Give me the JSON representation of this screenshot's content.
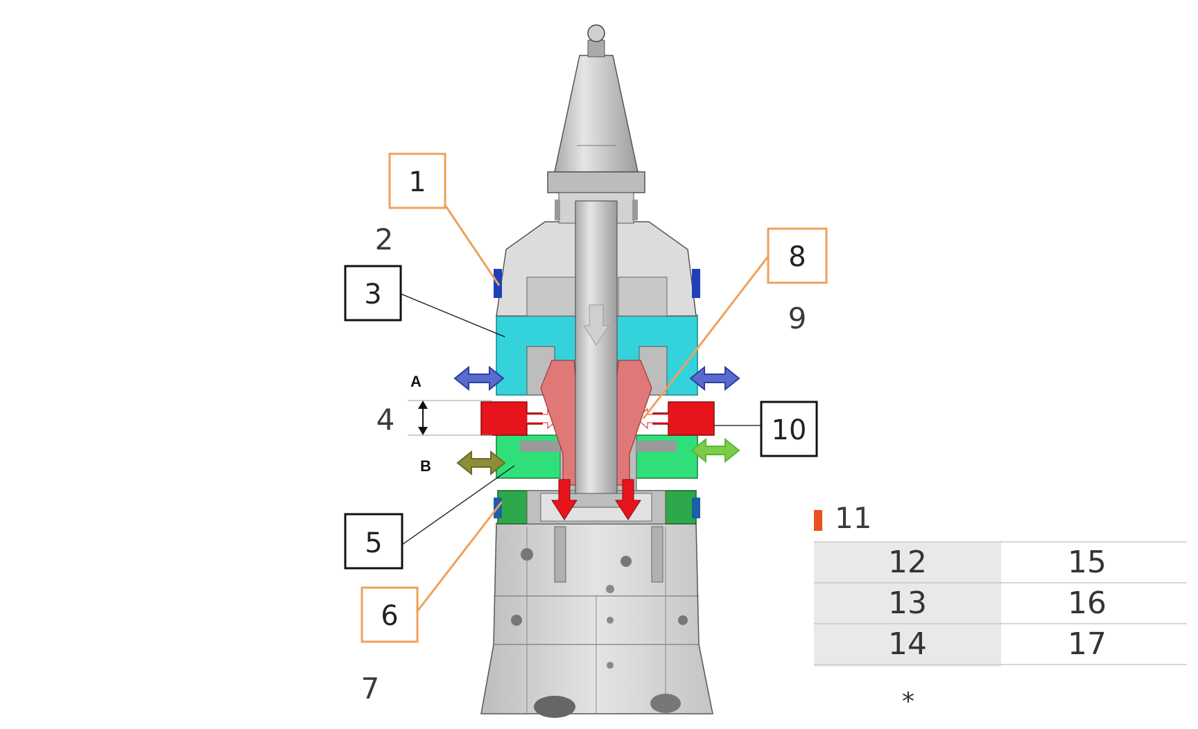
{
  "labels": {
    "n1": "1",
    "n2": "2",
    "n3": "3",
    "n4": "4",
    "n5": "5",
    "n6": "6",
    "n7": "7",
    "n8": "8",
    "n9": "9",
    "n10": "10",
    "nA": "A",
    "nB": "B"
  },
  "legend": {
    "title": "11",
    "marker_color": "#e8501e",
    "rows": [
      {
        "left": "12",
        "right": "15"
      },
      {
        "left": "13",
        "right": "16"
      },
      {
        "left": "14",
        "right": "17"
      }
    ],
    "note": "*"
  },
  "colors": {
    "orange_box": "#f0a05a",
    "black_box": "#111111",
    "cyan_part": "#34d3dc",
    "green_part": "#2fe07a",
    "red_part": "#e8141c",
    "cone": "#e07878",
    "blue_arrow": "#2a3e9e",
    "olive_arrow": "#6b6a22",
    "green_arrow": "#58b82c",
    "body_gray": "#d4d4d4"
  }
}
